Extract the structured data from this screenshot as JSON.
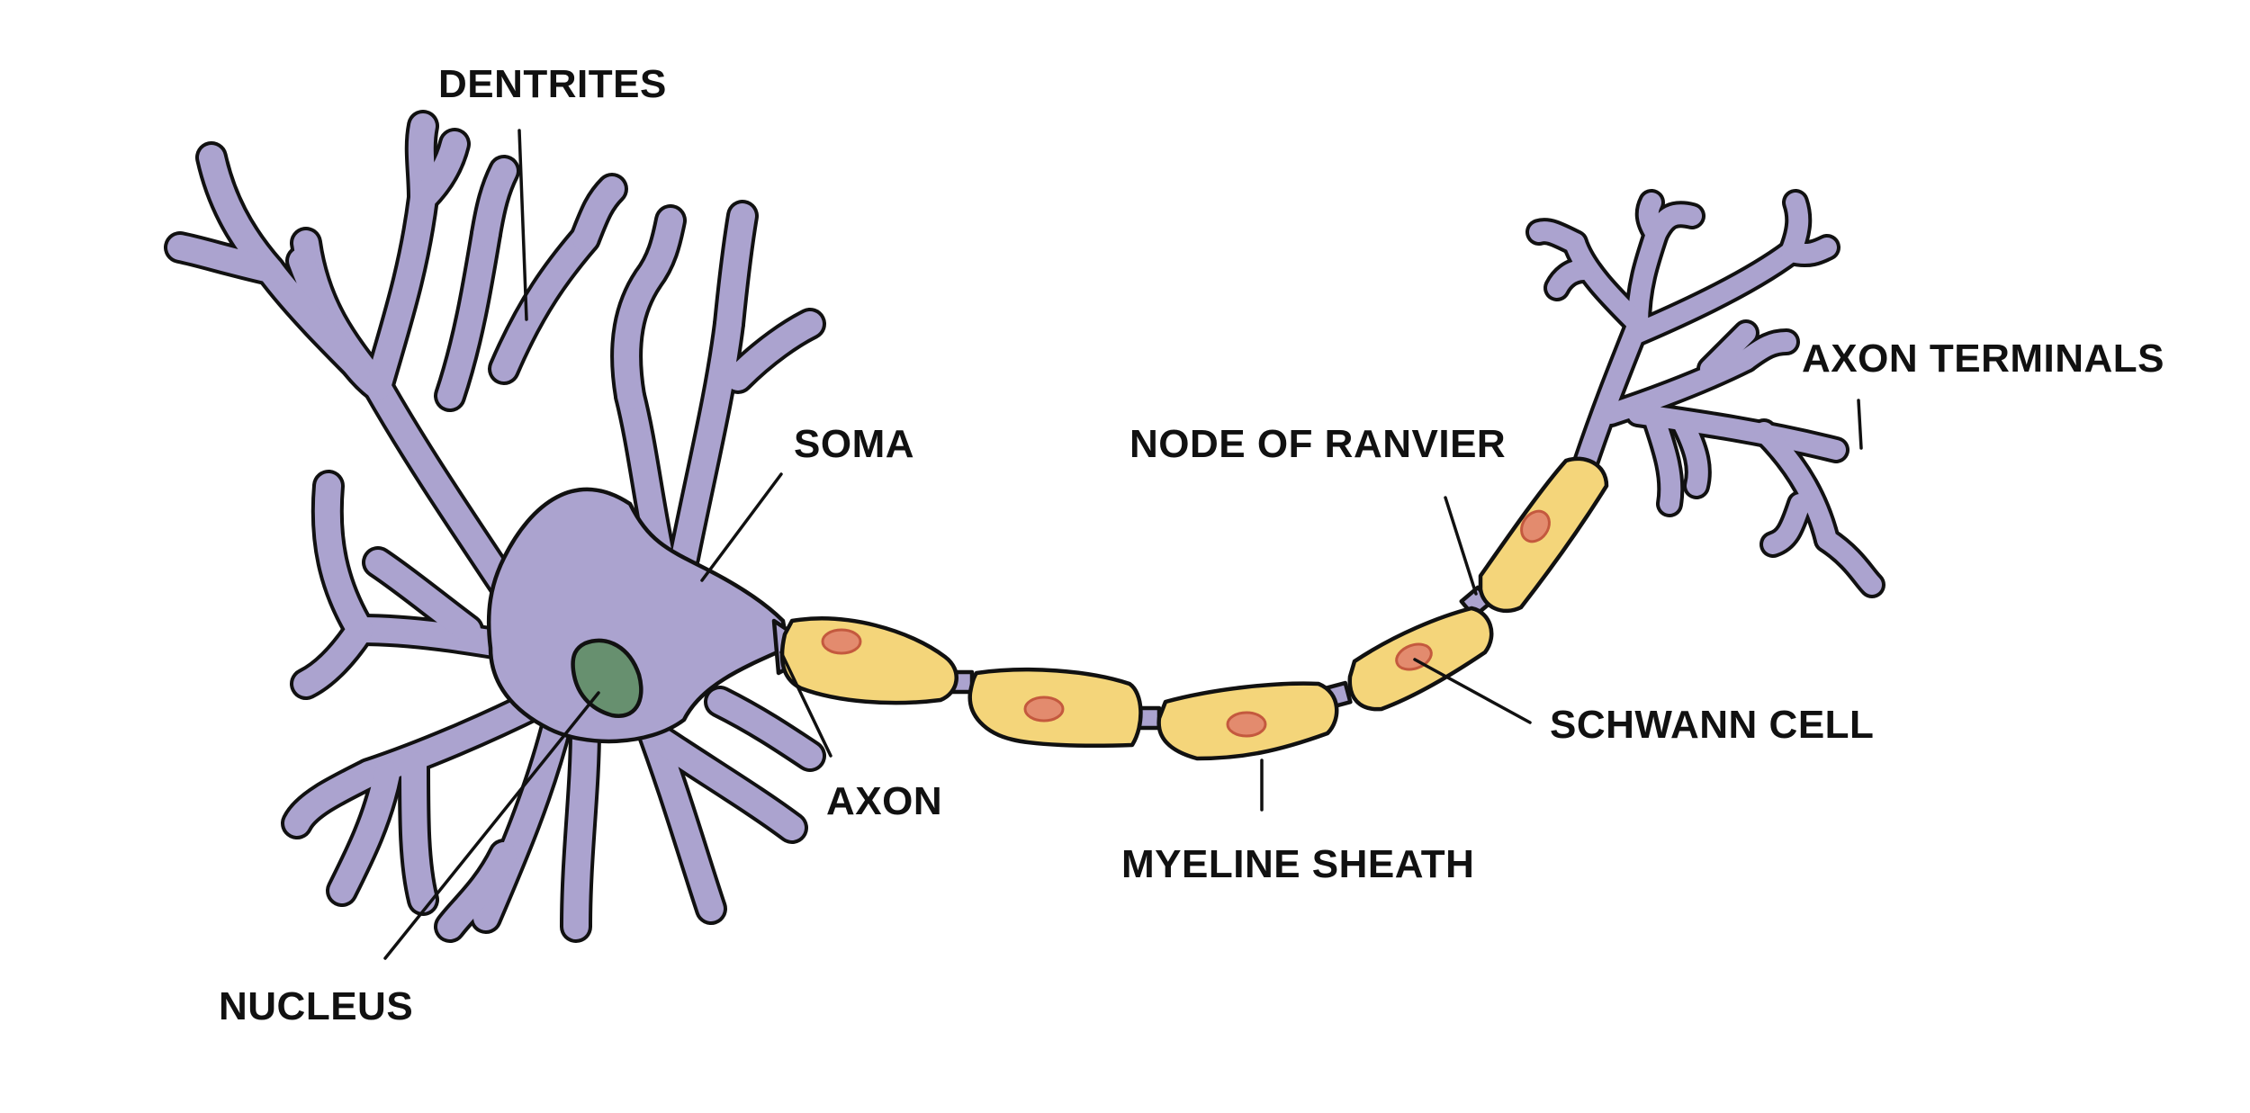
{
  "labels": {
    "dentrites": "DENTRITES",
    "soma": "SOMA",
    "node_of_ranvier": "NODE OF RANVIER",
    "axon_terminals": "AXON TERMINALS",
    "schwann_cell": "SCHWANN CELL",
    "axon": "AXON",
    "myeline_sheath": "MYELINE SHEATH",
    "nucleus": "NUCLEUS"
  },
  "colors": {
    "cell_body": "#ABA3CF",
    "myelin": "#F4D57A",
    "schwann_nucleus": "#E38B6E",
    "schwann_nucleus_edge": "#C4593E",
    "nucleus": "#67906F",
    "outline": "#111111"
  }
}
